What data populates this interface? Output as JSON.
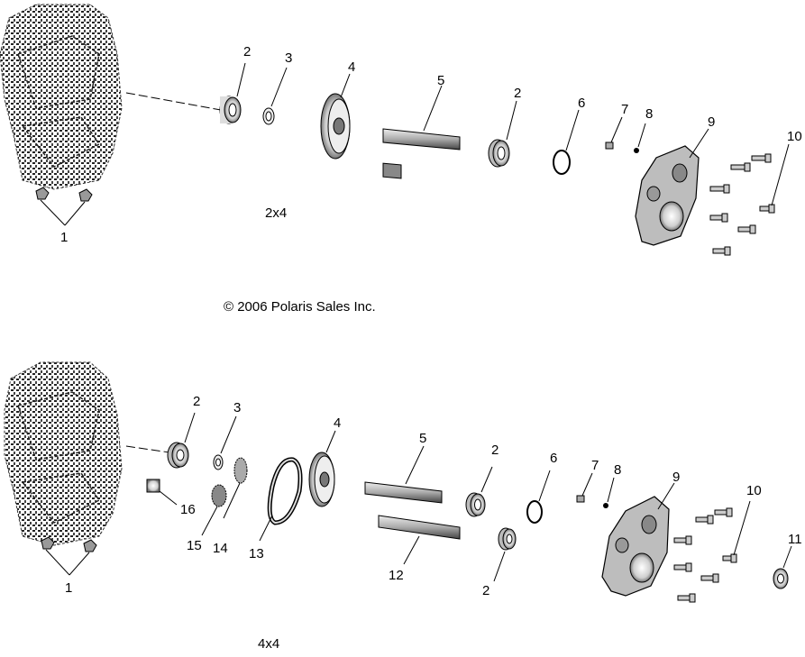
{
  "copyright": "© 2006 Polaris Sales Inc.",
  "views": [
    {
      "caption": "2x4",
      "callouts": [
        "1",
        "2",
        "3",
        "4",
        "5",
        "2",
        "6",
        "7",
        "8",
        "9",
        "10"
      ]
    },
    {
      "caption": "4x4",
      "callouts": [
        "1",
        "2",
        "3",
        "4",
        "5",
        "2",
        "6",
        "7",
        "8",
        "9",
        "10",
        "11",
        "12",
        "2",
        "13",
        "14",
        "15",
        "16"
      ]
    }
  ]
}
